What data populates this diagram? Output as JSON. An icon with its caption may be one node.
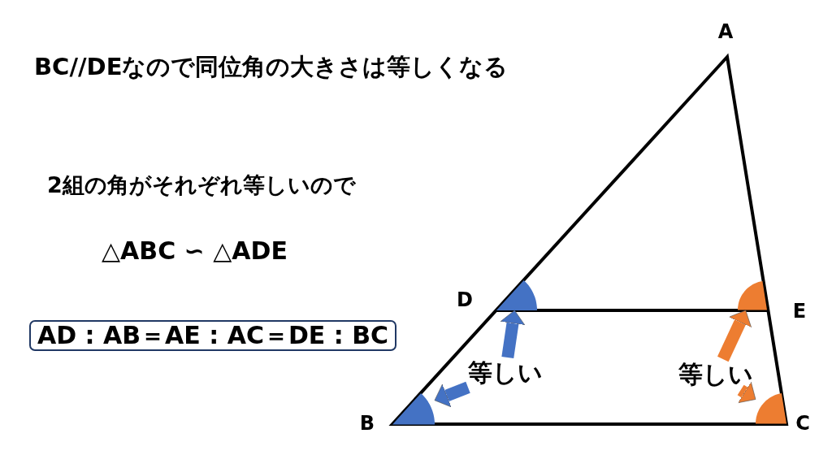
{
  "diagram": {
    "nodes": [
      {
        "text": [
          "AD : AB＝AE : AC＝DE : BC"
        ]
      },
      {
        "text": [
          "等しい"
        ]
      },
      {
        "text": [
          "等しい"
        ]
      },
      {
        "text": [],
        "shape": "sector"
      },
      {
        "text": [],
        "shape": "sector"
      },
      {
        "text": [],
        "shape": "sector"
      },
      {
        "text": [],
        "shape": "sector"
      }
    ],
    "edges": [
      {
        "from": 1,
        "to": 3,
        "arrow": "to",
        "color": "#4472c4"
      },
      {
        "from": 1,
        "to": 4,
        "arrow": "to",
        "color": "#4472c4"
      },
      {
        "from": 2,
        "to": 5,
        "arrow": "to",
        "color": "#ed7d31"
      },
      {
        "from": 2,
        "to": 6,
        "arrow": "to",
        "color": "#ed7d31"
      }
    ],
    "labels": [
      "A",
      "BC//DEなので同位角の大きさは等しくなる",
      "2組の角がそれぞれ等しいので",
      "△ABC ∽ △ADE",
      "D",
      "E",
      "B",
      "C"
    ]
  }
}
